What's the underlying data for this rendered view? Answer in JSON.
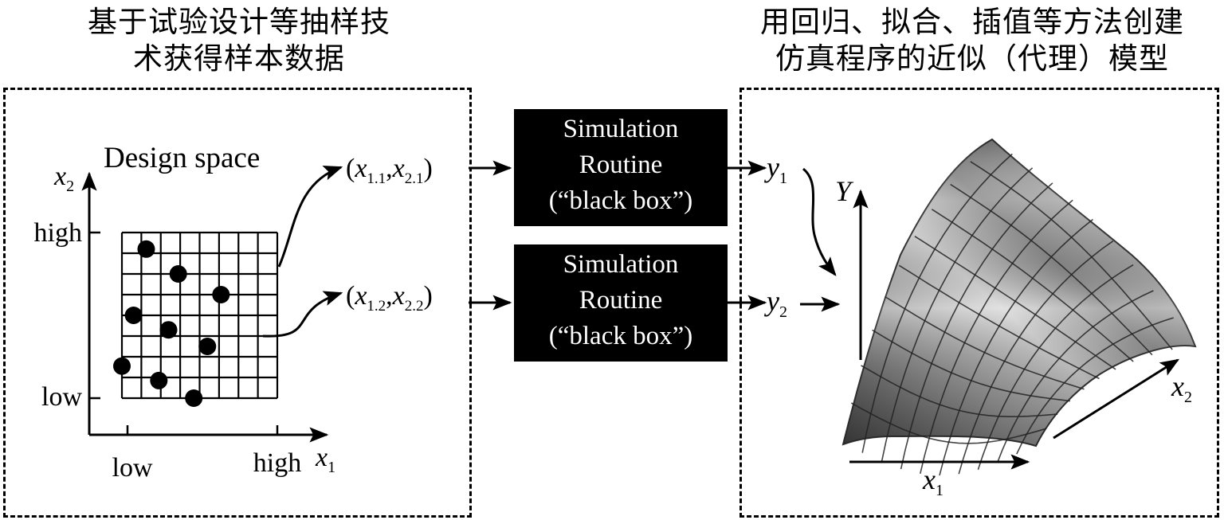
{
  "left_caption": [
    "基于试验设计等抽样技",
    "术获得样本数据"
  ],
  "right_caption": [
    "用回归、拟合、插值等方法创建",
    "仿真程序的近似（代理）模型"
  ],
  "design_space": {
    "title": "Design space",
    "x_axis": {
      "var": "x",
      "sub": "1",
      "low": "low",
      "high": "high"
    },
    "y_axis": {
      "var": "x",
      "sub": "2",
      "low": "low",
      "high": "high"
    },
    "grid_lines": 8,
    "sample_points": [
      {
        "x": 1.25,
        "y": 7.2
      },
      {
        "x": 0.6,
        "y": 4.0
      },
      {
        "x": 0.0,
        "y": 1.55
      },
      {
        "x": 2.9,
        "y": 6.0
      },
      {
        "x": 2.4,
        "y": 3.3
      },
      {
        "x": 1.9,
        "y": 0.85
      },
      {
        "x": 5.1,
        "y": 5.0
      },
      {
        "x": 4.4,
        "y": 2.5
      },
      {
        "x": 3.7,
        "y": 0.0
      }
    ]
  },
  "inputs": [
    {
      "open": "(",
      "v1": "x",
      "s1": "1.1",
      "sep": ",",
      "v2": "x",
      "s2": "2.1",
      "close": ")"
    },
    {
      "open": "(",
      "v1": "x",
      "s1": "1.2",
      "sep": ",",
      "v2": "x",
      "s2": "2.2",
      "close": ")"
    }
  ],
  "simulation_boxes": [
    {
      "line1": "Simulation",
      "line2": "Routine",
      "line3": "(“black box”)"
    },
    {
      "line1": "Simulation",
      "line2": "Routine",
      "line3": "(“black box”)"
    }
  ],
  "outputs": [
    {
      "var": "y",
      "sub": "1"
    },
    {
      "var": "y",
      "sub": "2"
    }
  ],
  "surface": {
    "y_label": "Y",
    "x1_label": {
      "var": "x",
      "sub": "1"
    },
    "x2_label": {
      "var": "x",
      "sub": "2"
    }
  }
}
